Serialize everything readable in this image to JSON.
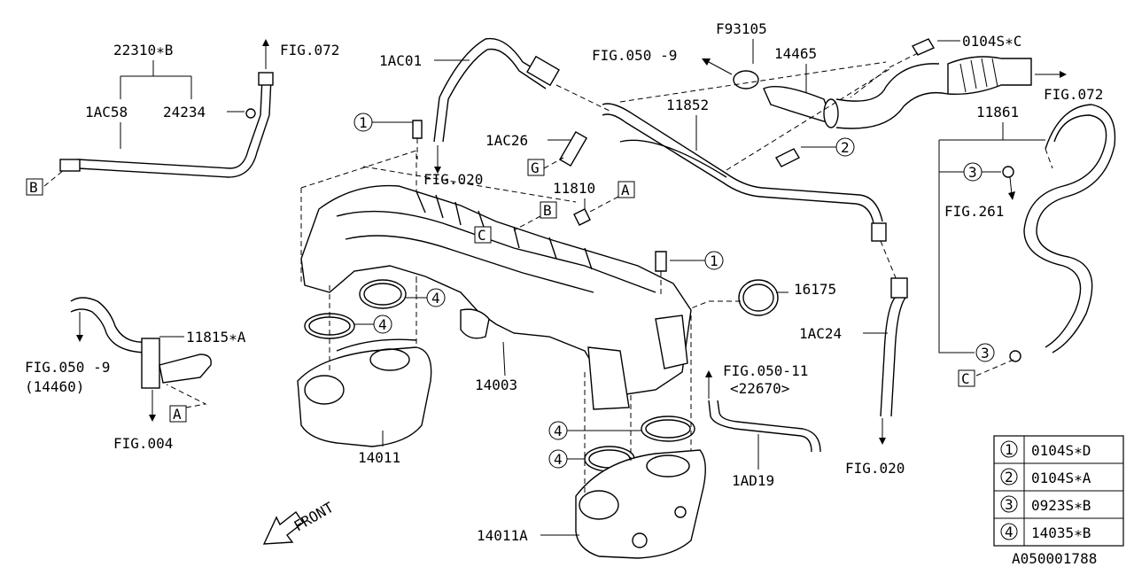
{
  "labels": {
    "p22310b": "22310∗B",
    "fig072_top": "FIG.072",
    "p1ac58": "1AC58",
    "p24234": "24234",
    "p1ac01": "1AC01",
    "fig020_left": "FIG.020",
    "p1ac26": "1AC26",
    "p11810": "11810",
    "f93105": "F93105",
    "fig050_9_top": "FIG.050 -9",
    "p14465": "14465",
    "p0104sc": "0104S∗C",
    "fig072_right": "FIG.072",
    "p11852": "11852",
    "p11861": "11861",
    "fig261": "FIG.261",
    "p16175": "16175",
    "p1ac24": "1AC24",
    "p11815a": "11815∗A",
    "fig050_9_left": "FIG.050 -9",
    "p14460": "(14460)",
    "fig004": "FIG.004",
    "p14003": "14003",
    "fig050_11": "FIG.050-11",
    "p22670": "<22670>",
    "p14011": "14011",
    "p1ad19": "1AD19",
    "fig020_right": "FIG.020",
    "p14011a": "14011A",
    "front": "FRONT",
    "diagram_id": "A050001788"
  },
  "ref_boxes": {
    "a": "A",
    "b": "B",
    "c": "C",
    "g": "G"
  },
  "callouts": {
    "one": "1",
    "two": "2",
    "three": "3",
    "four": "4"
  },
  "legend": [
    {
      "key": "1",
      "part": "0104S∗D"
    },
    {
      "key": "2",
      "part": "0104S∗A"
    },
    {
      "key": "3",
      "part": "0923S∗B"
    },
    {
      "key": "4",
      "part": "14035∗B"
    }
  ]
}
